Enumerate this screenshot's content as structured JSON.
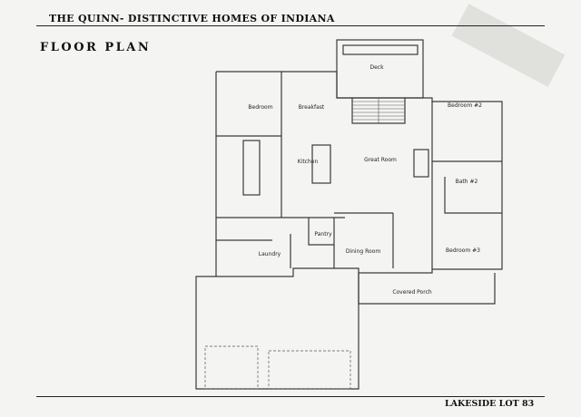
{
  "header": {
    "title": "THE QUINN- DISTINCTIVE HOMES OF INDIANA",
    "section": "FLOOR PLAN"
  },
  "footer": {
    "lot": "LAKESIDE LOT 83"
  },
  "rooms": {
    "deck": "Deck",
    "bedroom": "Bedroom",
    "breakfast": "Breakfast",
    "bedroom2": "Bedroom #2",
    "kitchen": "Kitchen",
    "great_room": "Great Room",
    "bath2": "Bath #2",
    "pantry": "Pantry",
    "laundry": "Laundry",
    "dining_room": "Dining Room",
    "bedroom3": "Bedroom #3",
    "covered_porch": "Covered Porch"
  },
  "colors": {
    "line": "#3a3a3a",
    "background": "#f4f4f2"
  }
}
